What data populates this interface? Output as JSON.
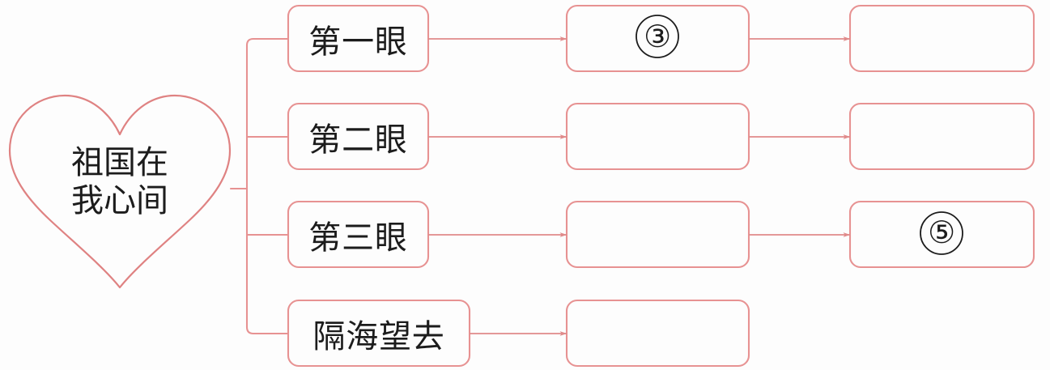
{
  "diagram": {
    "type": "tree-flow-chart",
    "theme_color": "#e79292",
    "text_color": "#1c1c1c",
    "background": "#fdfdfd",
    "root": {
      "shape": "heart",
      "lines": [
        "祖国在",
        "我心间"
      ]
    },
    "columns": 4,
    "rows": [
      {
        "id": "row-1",
        "col2": {
          "text": "第一眼",
          "filled": true
        },
        "col3": {
          "text": "③",
          "filled": true,
          "is_blank_answer": true
        },
        "col4": {
          "text": "",
          "filled": false,
          "is_blank_answer": true
        },
        "arrow_col2_col3": true,
        "arrow_col3_col4": true
      },
      {
        "id": "row-2",
        "col2": {
          "text": "第二眼",
          "filled": true
        },
        "col3": {
          "text": "",
          "filled": false,
          "is_blank_answer": true
        },
        "col4": {
          "text": "",
          "filled": false,
          "is_blank_answer": true
        },
        "arrow_col2_col3": true,
        "arrow_col3_col4": true
      },
      {
        "id": "row-3",
        "col2": {
          "text": "第三眼",
          "filled": true
        },
        "col3": {
          "text": "",
          "filled": false,
          "is_blank_answer": true
        },
        "col4": {
          "text": "⑤",
          "filled": true,
          "is_blank_answer": true
        },
        "arrow_col2_col3": true,
        "arrow_col3_col4": true
      },
      {
        "id": "row-4",
        "col2": {
          "text": "隔海望去",
          "filled": true
        },
        "col3": {
          "text": "",
          "filled": false,
          "is_blank_answer": true
        },
        "col4": null,
        "arrow_col2_col3": true,
        "arrow_col3_col4": false
      }
    ]
  }
}
